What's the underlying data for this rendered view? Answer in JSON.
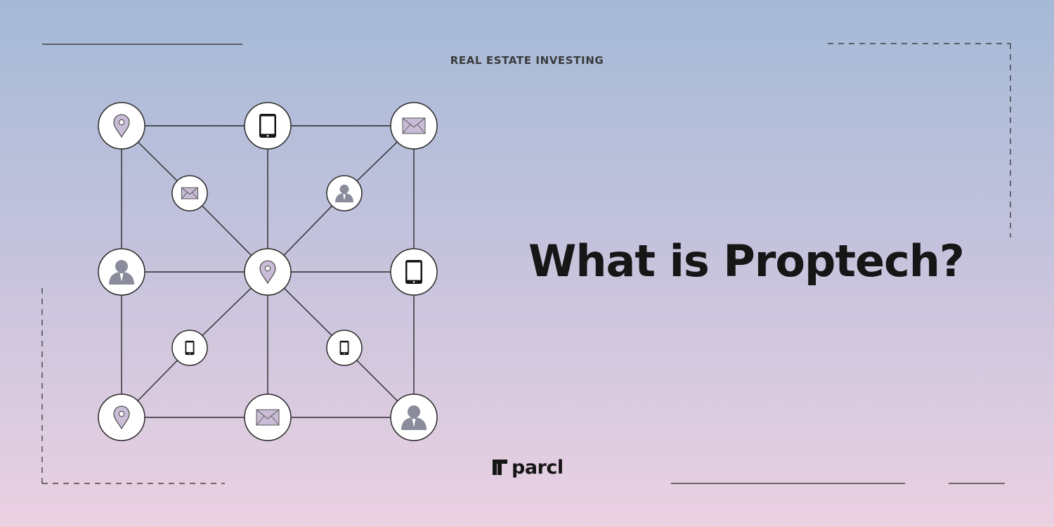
{
  "header": {
    "category": "REAL ESTATE INVESTING"
  },
  "hero": {
    "title": "What is Proptech?"
  },
  "brand": {
    "name": "parcl"
  },
  "colors": {
    "background_top": "#a5bad7",
    "background_bottom": "#ebd1e2",
    "node_fill": "#ffffff",
    "line": "#2a2a2a",
    "icon_gray": "#8a8c9c",
    "icon_lilac": "#c9bcd6",
    "text_dark": "#161616"
  },
  "network": {
    "nodes": [
      {
        "id": "tl",
        "icon": "location-pin-icon",
        "size": "large"
      },
      {
        "id": "tm",
        "icon": "tablet-icon",
        "size": "large"
      },
      {
        "id": "tr",
        "icon": "envelope-icon",
        "size": "large"
      },
      {
        "id": "ml",
        "icon": "user-icon",
        "size": "large"
      },
      {
        "id": "c",
        "icon": "location-pin-icon",
        "size": "large"
      },
      {
        "id": "mr",
        "icon": "tablet-icon",
        "size": "large"
      },
      {
        "id": "bl",
        "icon": "location-pin-icon",
        "size": "large"
      },
      {
        "id": "bm",
        "icon": "envelope-icon",
        "size": "large"
      },
      {
        "id": "br",
        "icon": "user-icon",
        "size": "large"
      },
      {
        "id": "ul",
        "icon": "envelope-icon",
        "size": "small"
      },
      {
        "id": "ur",
        "icon": "user-icon",
        "size": "small"
      },
      {
        "id": "ll",
        "icon": "phone-icon",
        "size": "small"
      },
      {
        "id": "lr",
        "icon": "phone-icon",
        "size": "small"
      }
    ],
    "edges": [
      [
        "tl",
        "tm"
      ],
      [
        "tm",
        "tr"
      ],
      [
        "ml",
        "c"
      ],
      [
        "c",
        "mr"
      ],
      [
        "bl",
        "bm"
      ],
      [
        "bm",
        "br"
      ],
      [
        "tl",
        "ml"
      ],
      [
        "ml",
        "bl"
      ],
      [
        "tm",
        "c"
      ],
      [
        "c",
        "bm"
      ],
      [
        "tr",
        "mr"
      ],
      [
        "mr",
        "br"
      ],
      [
        "tl",
        "ul"
      ],
      [
        "ul",
        "c"
      ],
      [
        "tr",
        "ur"
      ],
      [
        "ur",
        "c"
      ],
      [
        "c",
        "ll"
      ],
      [
        "ll",
        "bl"
      ],
      [
        "c",
        "lr"
      ],
      [
        "lr",
        "br"
      ]
    ]
  }
}
